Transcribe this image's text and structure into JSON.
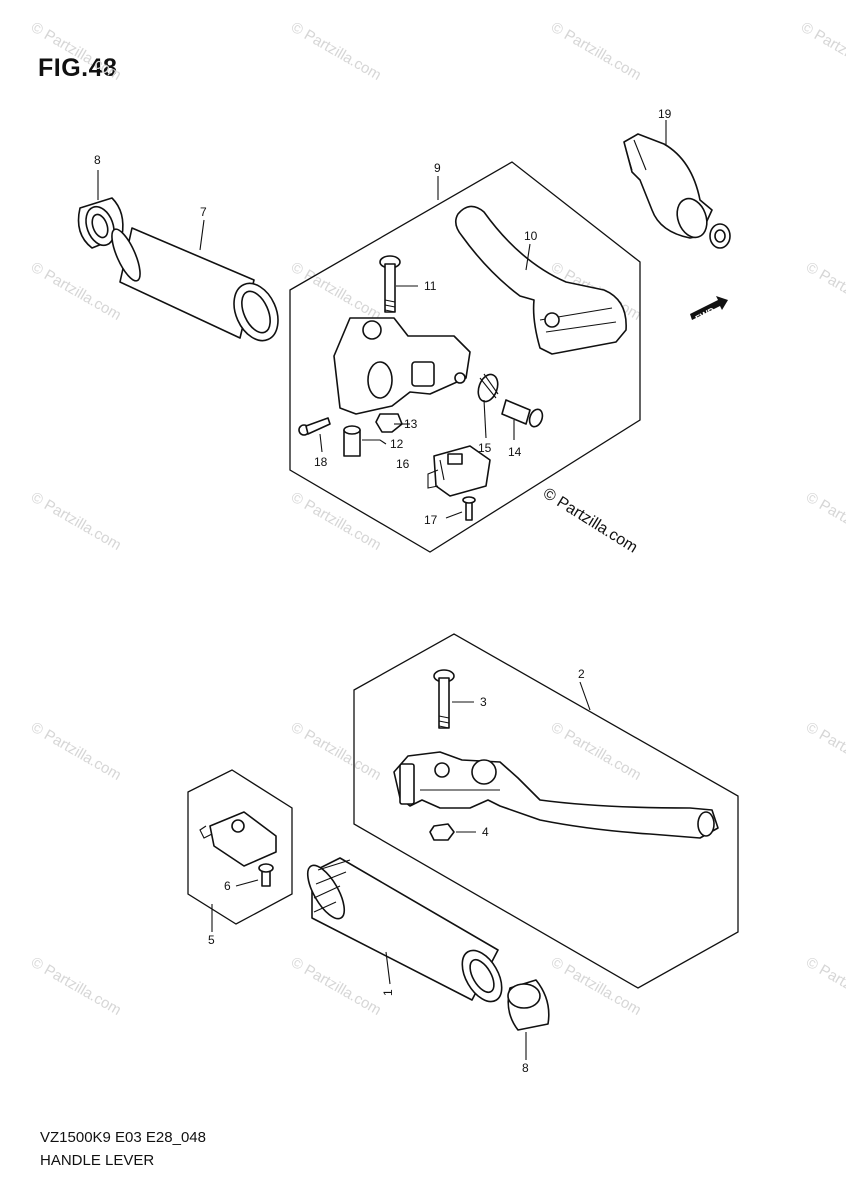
{
  "figure": {
    "title": "FIG.48"
  },
  "footer": {
    "model_code": "VZ1500K9 E03 E28_048",
    "section_name": "HANDLE LEVER"
  },
  "copyright": {
    "text": "© Partzilla.com"
  },
  "watermark": {
    "text": "© Partzilla.com"
  },
  "direction_marker": {
    "text": "FWD"
  },
  "callouts": {
    "c1": "1",
    "c2": "2",
    "c3": "3",
    "c4": "4",
    "c5": "5",
    "c6": "6",
    "c7": "7",
    "c8a": "8",
    "c8b": "8",
    "c9": "9",
    "c10": "10",
    "c11": "11",
    "c12": "12",
    "c13": "13",
    "c14": "14",
    "c15": "15",
    "c16": "16",
    "c17": "17",
    "c18": "18",
    "c19": "19"
  }
}
